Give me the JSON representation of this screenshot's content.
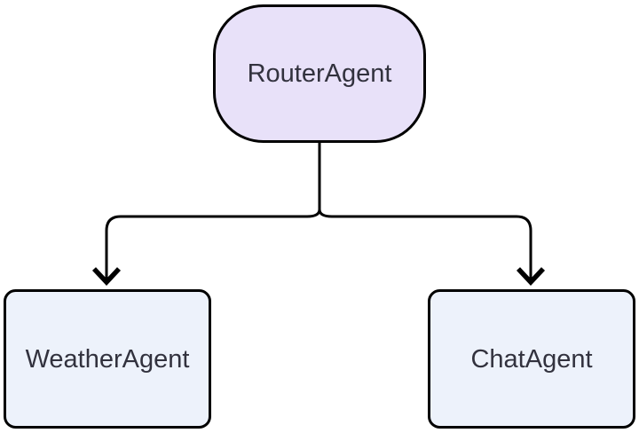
{
  "diagram": {
    "type": "flowchart",
    "direction": "top-down",
    "background": "#ffffff",
    "line_color": "#000000",
    "text_color": "#32323E",
    "nodes": [
      {
        "id": "router",
        "label": "RouterAgent",
        "shape": "stadium",
        "fill": "#E8E1F9",
        "stroke": "#000000"
      },
      {
        "id": "weather",
        "label": "WeatherAgent",
        "shape": "rounded-rect",
        "fill": "#EDF2FB",
        "stroke": "#000000"
      },
      {
        "id": "chat",
        "label": "ChatAgent",
        "shape": "rounded-rect",
        "fill": "#EDF2FB",
        "stroke": "#000000"
      }
    ],
    "edges": [
      {
        "from": "RouterAgent",
        "to": "WeatherAgent",
        "arrow": "open-chevron-down"
      },
      {
        "from": "RouterAgent",
        "to": "ChatAgent",
        "arrow": "open-chevron-down"
      }
    ]
  }
}
